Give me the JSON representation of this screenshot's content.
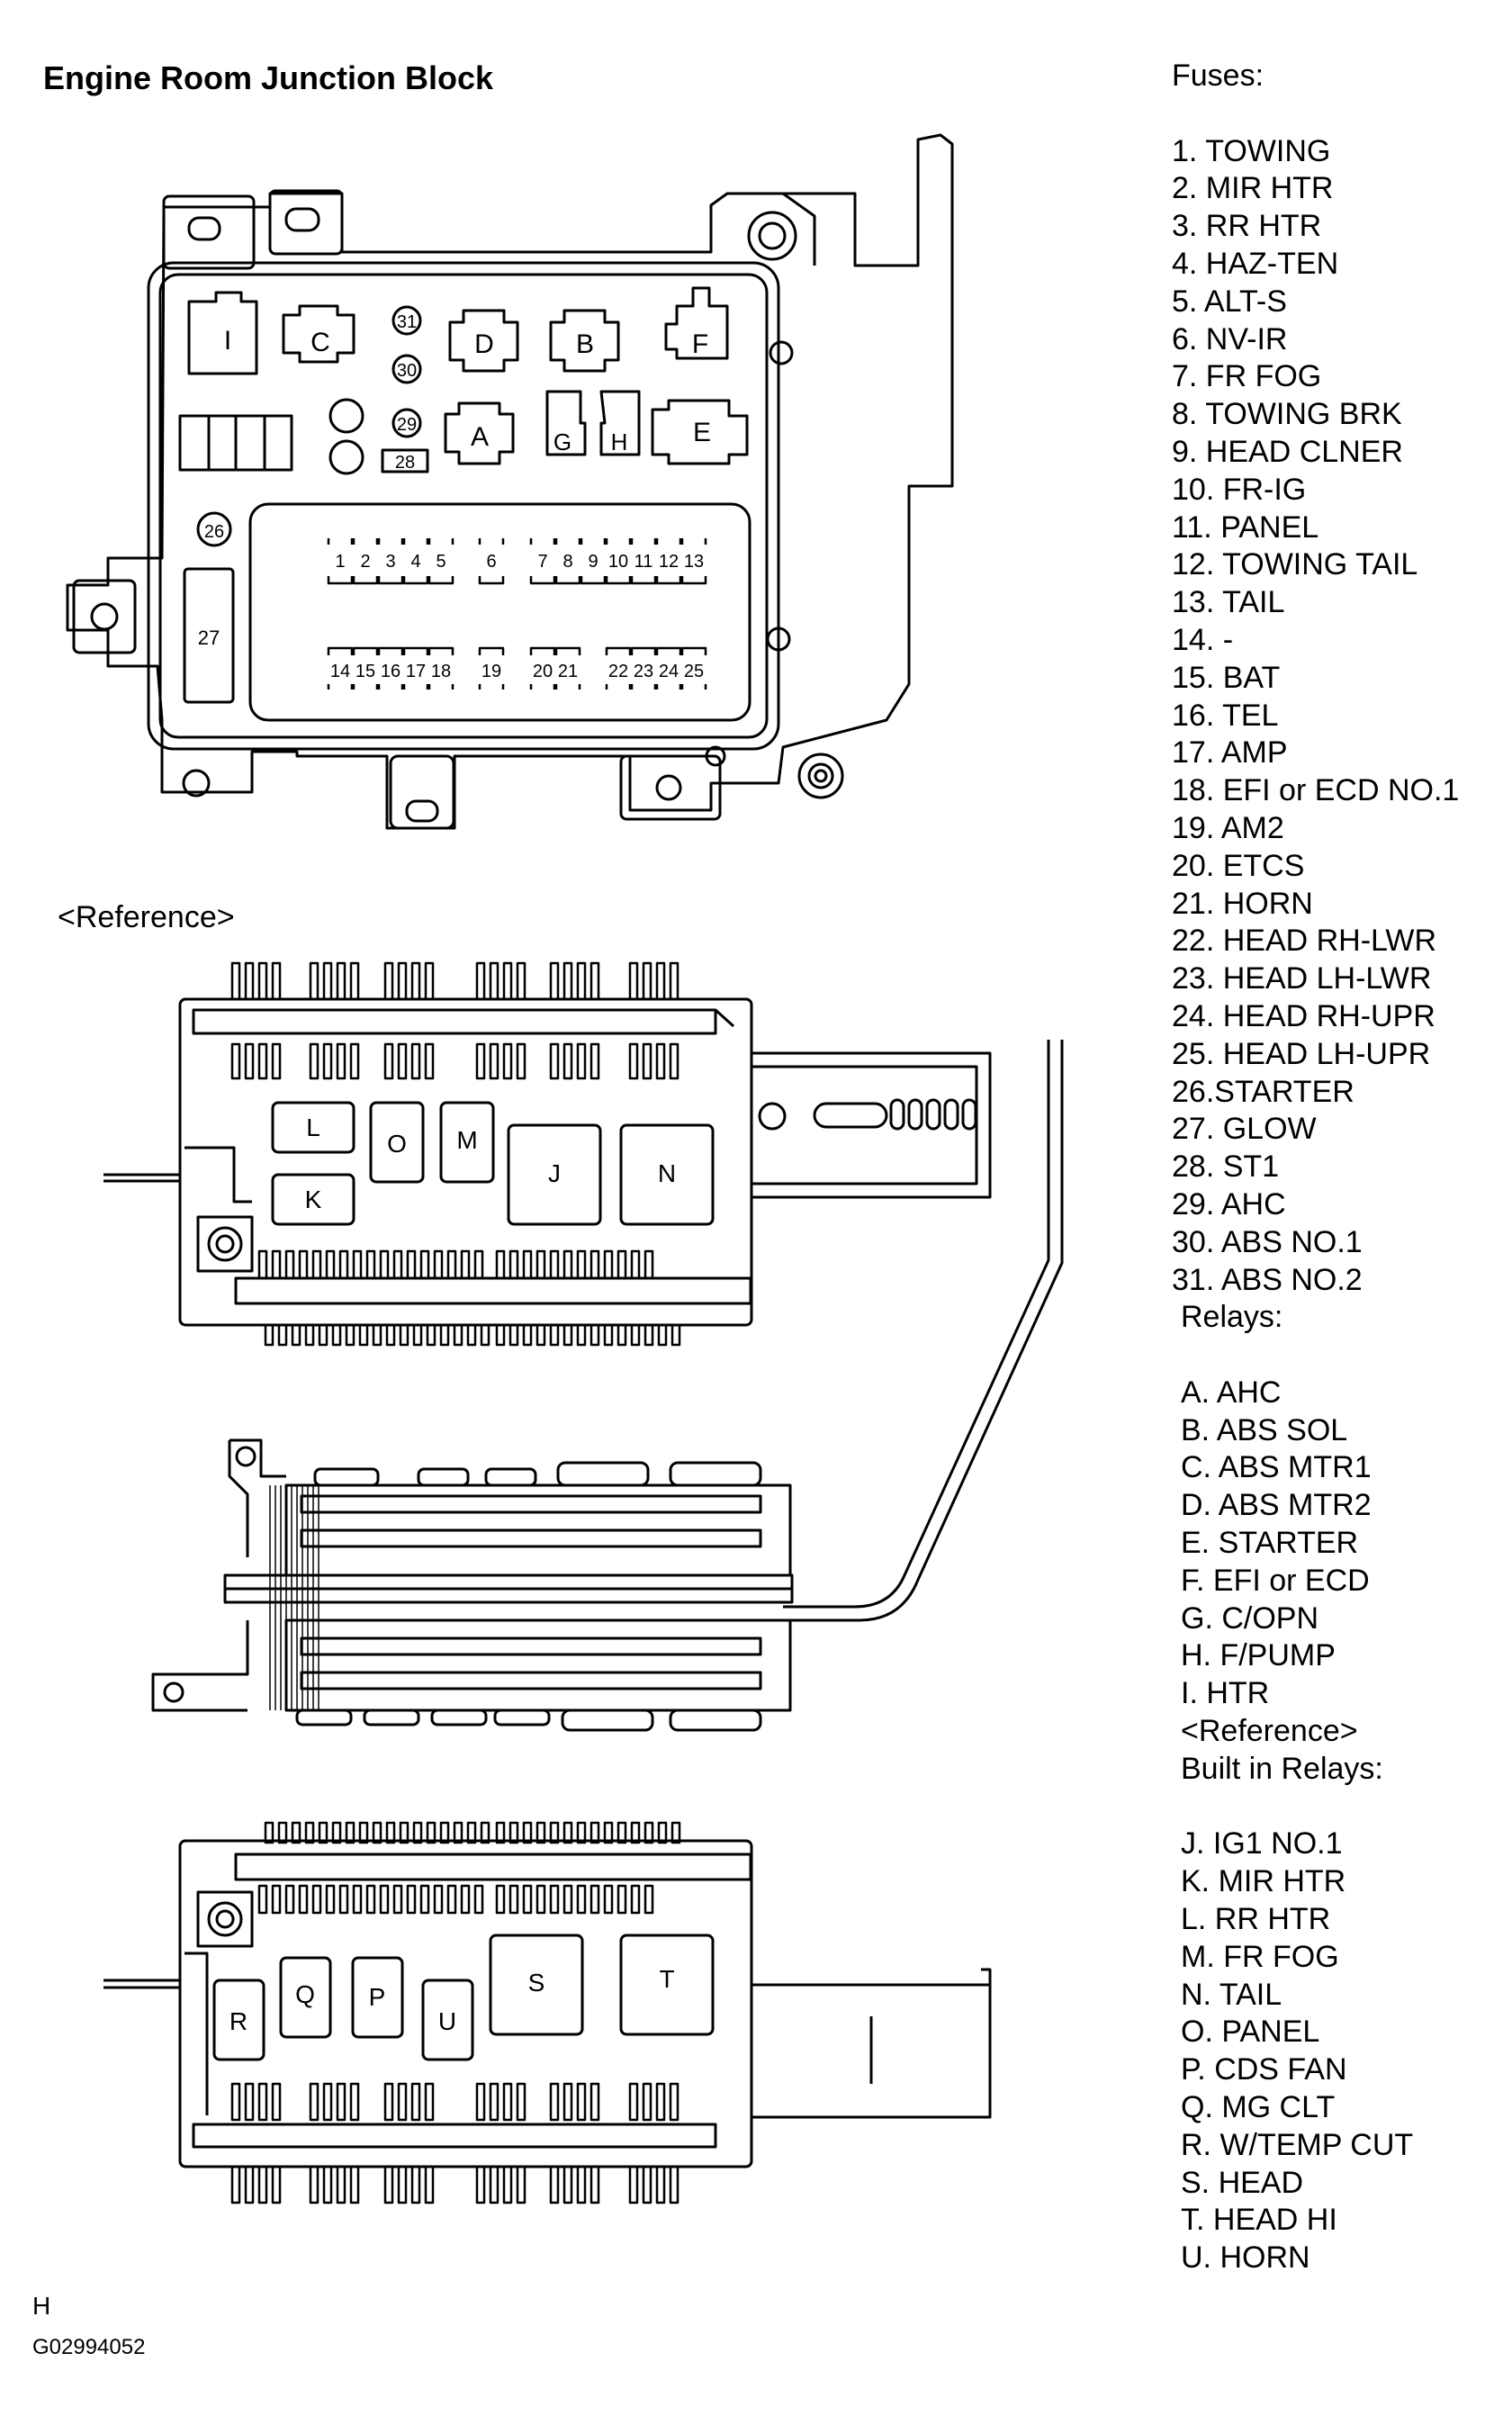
{
  "title": "Engine Room Junction Block",
  "reference_label": "<Reference>",
  "footer": {
    "letter": "H",
    "code": "G02994052"
  },
  "legend": {
    "fuses_heading": "Fuses:",
    "fuses": [
      "1. TOWING",
      "2. MIR HTR",
      "3. RR HTR",
      "4.  HAZ-TEN",
      "5. ALT-S",
      "6.  NV-IR",
      "7. FR FOG",
      "8. TOWING BRK",
      "9. HEAD CLNER",
      "10.  FR-IG",
      "11. PANEL",
      "12. TOWING TAIL",
      "13. TAIL",
      "14.  -",
      "15. BAT",
      "16. TEL",
      "17. AMP",
      "18. EFI or ECD NO.1",
      "19. AM2",
      "20. ETCS",
      "21. HORN",
      "22. HEAD RH-LWR",
      "23. HEAD LH-LWR",
      "24. HEAD RH-UPR",
      "25. HEAD LH-UPR",
      "26.STARTER",
      "27. GLOW",
      "28. ST1",
      "29. AHC",
      "30. ABS NO.1",
      "31. ABS NO.2"
    ],
    "relays_heading": "Relays:",
    "relays": [
      "A. AHC",
      "B. ABS SOL",
      "C. ABS MTR1",
      "D. ABS MTR2",
      "E. STARTER",
      "F. EFI or ECD",
      "G. C/OPN",
      "H. F/PUMP",
      "I. HTR"
    ],
    "reference_heading": "<Reference>",
    "built_in_heading": "Built in Relays:",
    "built_in_relays": [
      "J. IG1 NO.1",
      "K. MIR HTR",
      "L. RR HTR",
      "M. FR FOG",
      "N. TAIL",
      "O. PANEL",
      "P. CDS FAN",
      "Q. MG CLT",
      "R. W/TEMP CUT",
      "S. HEAD",
      "T. HEAD HI",
      "U. HORN"
    ]
  },
  "diagram": {
    "top_fuse_numbers": [
      "1",
      "2",
      "3",
      "4",
      "5",
      "6",
      "7",
      "8",
      "9",
      "10",
      "11",
      "12",
      "13"
    ],
    "bottom_fuse_numbers": [
      "14",
      "15",
      "16",
      "17",
      "18",
      "19",
      "20",
      "21",
      "22",
      "23",
      "24",
      "25"
    ],
    "large_fuses": [
      "26",
      "27",
      "28",
      "29",
      "30",
      "31"
    ],
    "relay_letters_top": [
      "I",
      "C",
      "D",
      "B",
      "F",
      "A",
      "G",
      "H",
      "E"
    ],
    "relay_letters_ref1": [
      "L",
      "K",
      "O",
      "M",
      "J",
      "N"
    ],
    "relay_letters_ref3": [
      "R",
      "Q",
      "P",
      "U",
      "S",
      "T"
    ]
  }
}
